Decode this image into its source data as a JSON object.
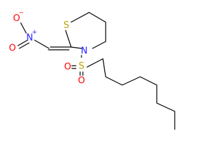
{
  "atoms": {
    "ring_sulfur": {
      "symbol": "S"
    },
    "ring_nitrogen": {
      "symbol": "N"
    },
    "nitro_nitrogen": {
      "symbol": "N",
      "charge": "+"
    },
    "nitro_oxygen_single": {
      "symbol": "O",
      "charge": "−"
    },
    "nitro_oxygen_double": {
      "symbol": "O"
    },
    "sulfonyl_sulfur": {
      "symbol": "S"
    },
    "sulfonyl_oxygen_1": {
      "symbol": "O"
    },
    "sulfonyl_oxygen_2": {
      "symbol": "O"
    }
  },
  "colors": {
    "sulfur": "#b8a000",
    "nitrogen": "#2020ff",
    "oxygen": "#ff0000",
    "bond": "#000000"
  }
}
